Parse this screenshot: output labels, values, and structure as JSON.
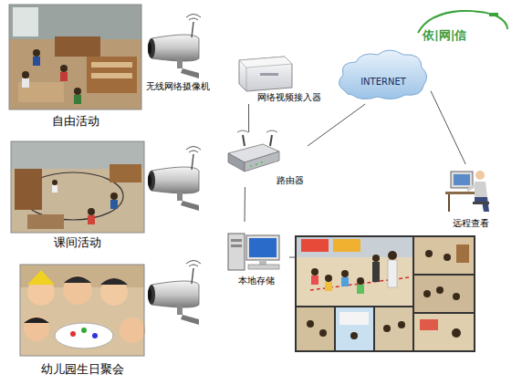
{
  "diagram": {
    "nodes": [
      {
        "text": [
          "自由活动"
        ]
      },
      {
        "text": [
          "无线网络摄像机"
        ]
      },
      {
        "text": [
          "课间活动"
        ]
      },
      {
        "text": [
          "幼儿园生日聚会"
        ]
      },
      {
        "text": [
          "网络视频接入器"
        ]
      },
      {
        "text": [
          "INTERNET"
        ]
      },
      {
        "text": [
          "路由器"
        ]
      },
      {
        "text": [
          "远程查看"
        ]
      },
      {
        "text": [
          "本地存储"
        ]
      }
    ],
    "edges": [
      {
        "from": 4,
        "to": 6,
        "arrow": "none"
      },
      {
        "from": 6,
        "to": 5,
        "arrow": "none"
      },
      {
        "from": 5,
        "to": 7,
        "arrow": "none"
      },
      {
        "from": 6,
        "to": 8,
        "arrow": "none"
      }
    ],
    "labels": [
      "依|网|信"
    ]
  }
}
